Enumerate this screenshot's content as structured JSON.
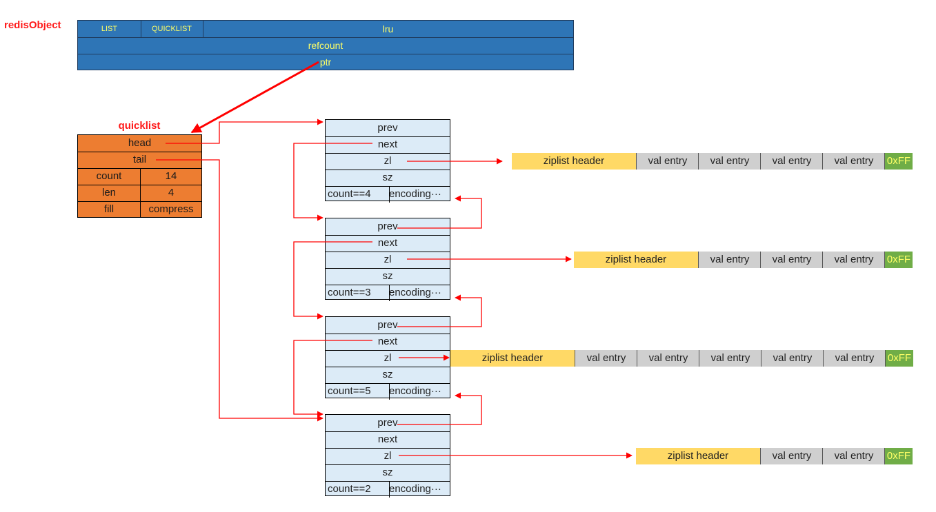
{
  "redis_object": {
    "label": "redisObject",
    "type_label": "LIST",
    "encoding_label": "QUICKLIST",
    "lru_label": "lru",
    "refcount_label": "refcount",
    "ptr_label": "ptr"
  },
  "quicklist": {
    "title": "quicklist",
    "head_label": "head",
    "tail_label": "tail",
    "count_label": "count",
    "count_value": "14",
    "len_label": "len",
    "len_value": "4",
    "fill_label": "fill",
    "compress_label": "compress"
  },
  "nodes": [
    {
      "prev": "prev",
      "next": "next",
      "zl": "zl",
      "sz": "sz",
      "count": "count==4",
      "encoding": "encoding···"
    },
    {
      "prev": "prev",
      "next": "next",
      "zl": "zl",
      "sz": "sz",
      "count": "count==3",
      "encoding": "encoding···"
    },
    {
      "prev": "prev",
      "next": "next",
      "zl": "zl",
      "sz": "sz",
      "count": "count==5",
      "encoding": "encoding···"
    },
    {
      "prev": "prev",
      "next": "next",
      "zl": "zl",
      "sz": "sz",
      "count": "count==2",
      "encoding": "encoding···"
    }
  ],
  "ziplists": [
    {
      "header": "ziplist header",
      "entries": [
        "val entry",
        "val entry",
        "val entry",
        "val entry"
      ],
      "end": "0xFF"
    },
    {
      "header": "ziplist header",
      "entries": [
        "val entry",
        "val entry",
        "val entry"
      ],
      "end": "0xFF"
    },
    {
      "header": "ziplist header",
      "entries": [
        "val entry",
        "val entry",
        "val entry",
        "val entry",
        "val entry"
      ],
      "end": "0xFF"
    },
    {
      "header": "ziplist header",
      "entries": [
        "val entry",
        "val entry"
      ],
      "end": "0xFF"
    }
  ],
  "colors": {
    "redis_object_fill": "#2e75b6",
    "redis_object_text": "#ffff66",
    "quicklist_fill": "#ed7d31",
    "node_fill": "#dcebf7",
    "ziplist_header_fill": "#ffd966",
    "entry_fill": "#cfcfcf",
    "end_fill": "#70ad47",
    "arrow": "#ff0000"
  }
}
